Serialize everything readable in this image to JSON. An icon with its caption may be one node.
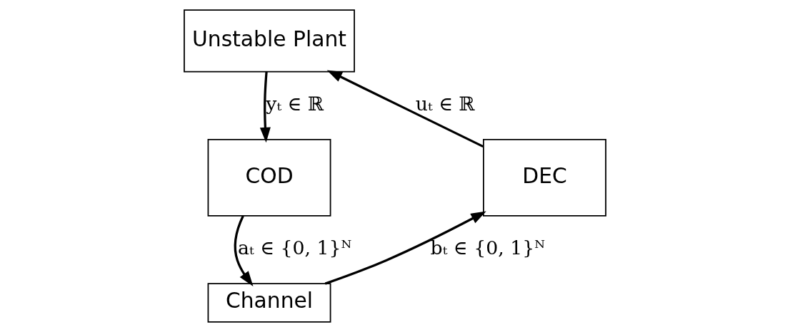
{
  "diagram": {
    "nodes": [
      {
        "text": [
          "Unstable Plant"
        ]
      },
      {
        "text": [
          "COD"
        ]
      },
      {
        "text": [
          "Channel"
        ]
      },
      {
        "text": [
          "DEC"
        ]
      }
    ],
    "edges": [
      {
        "from": 3,
        "to": 0,
        "arrow": "to",
        "label": "uₜ ∈ ℝ"
      },
      {
        "from": 0,
        "to": 1,
        "arrow": "to",
        "label": "yₜ ∈ ℝ"
      },
      {
        "from": 1,
        "to": 2,
        "arrow": "to",
        "label": "aₜ ∈ {0, 1}ᴺ"
      },
      {
        "from": 2,
        "to": 3,
        "arrow": "to",
        "label": "bₜ ∈ {0, 1}ᴺ"
      }
    ]
  }
}
